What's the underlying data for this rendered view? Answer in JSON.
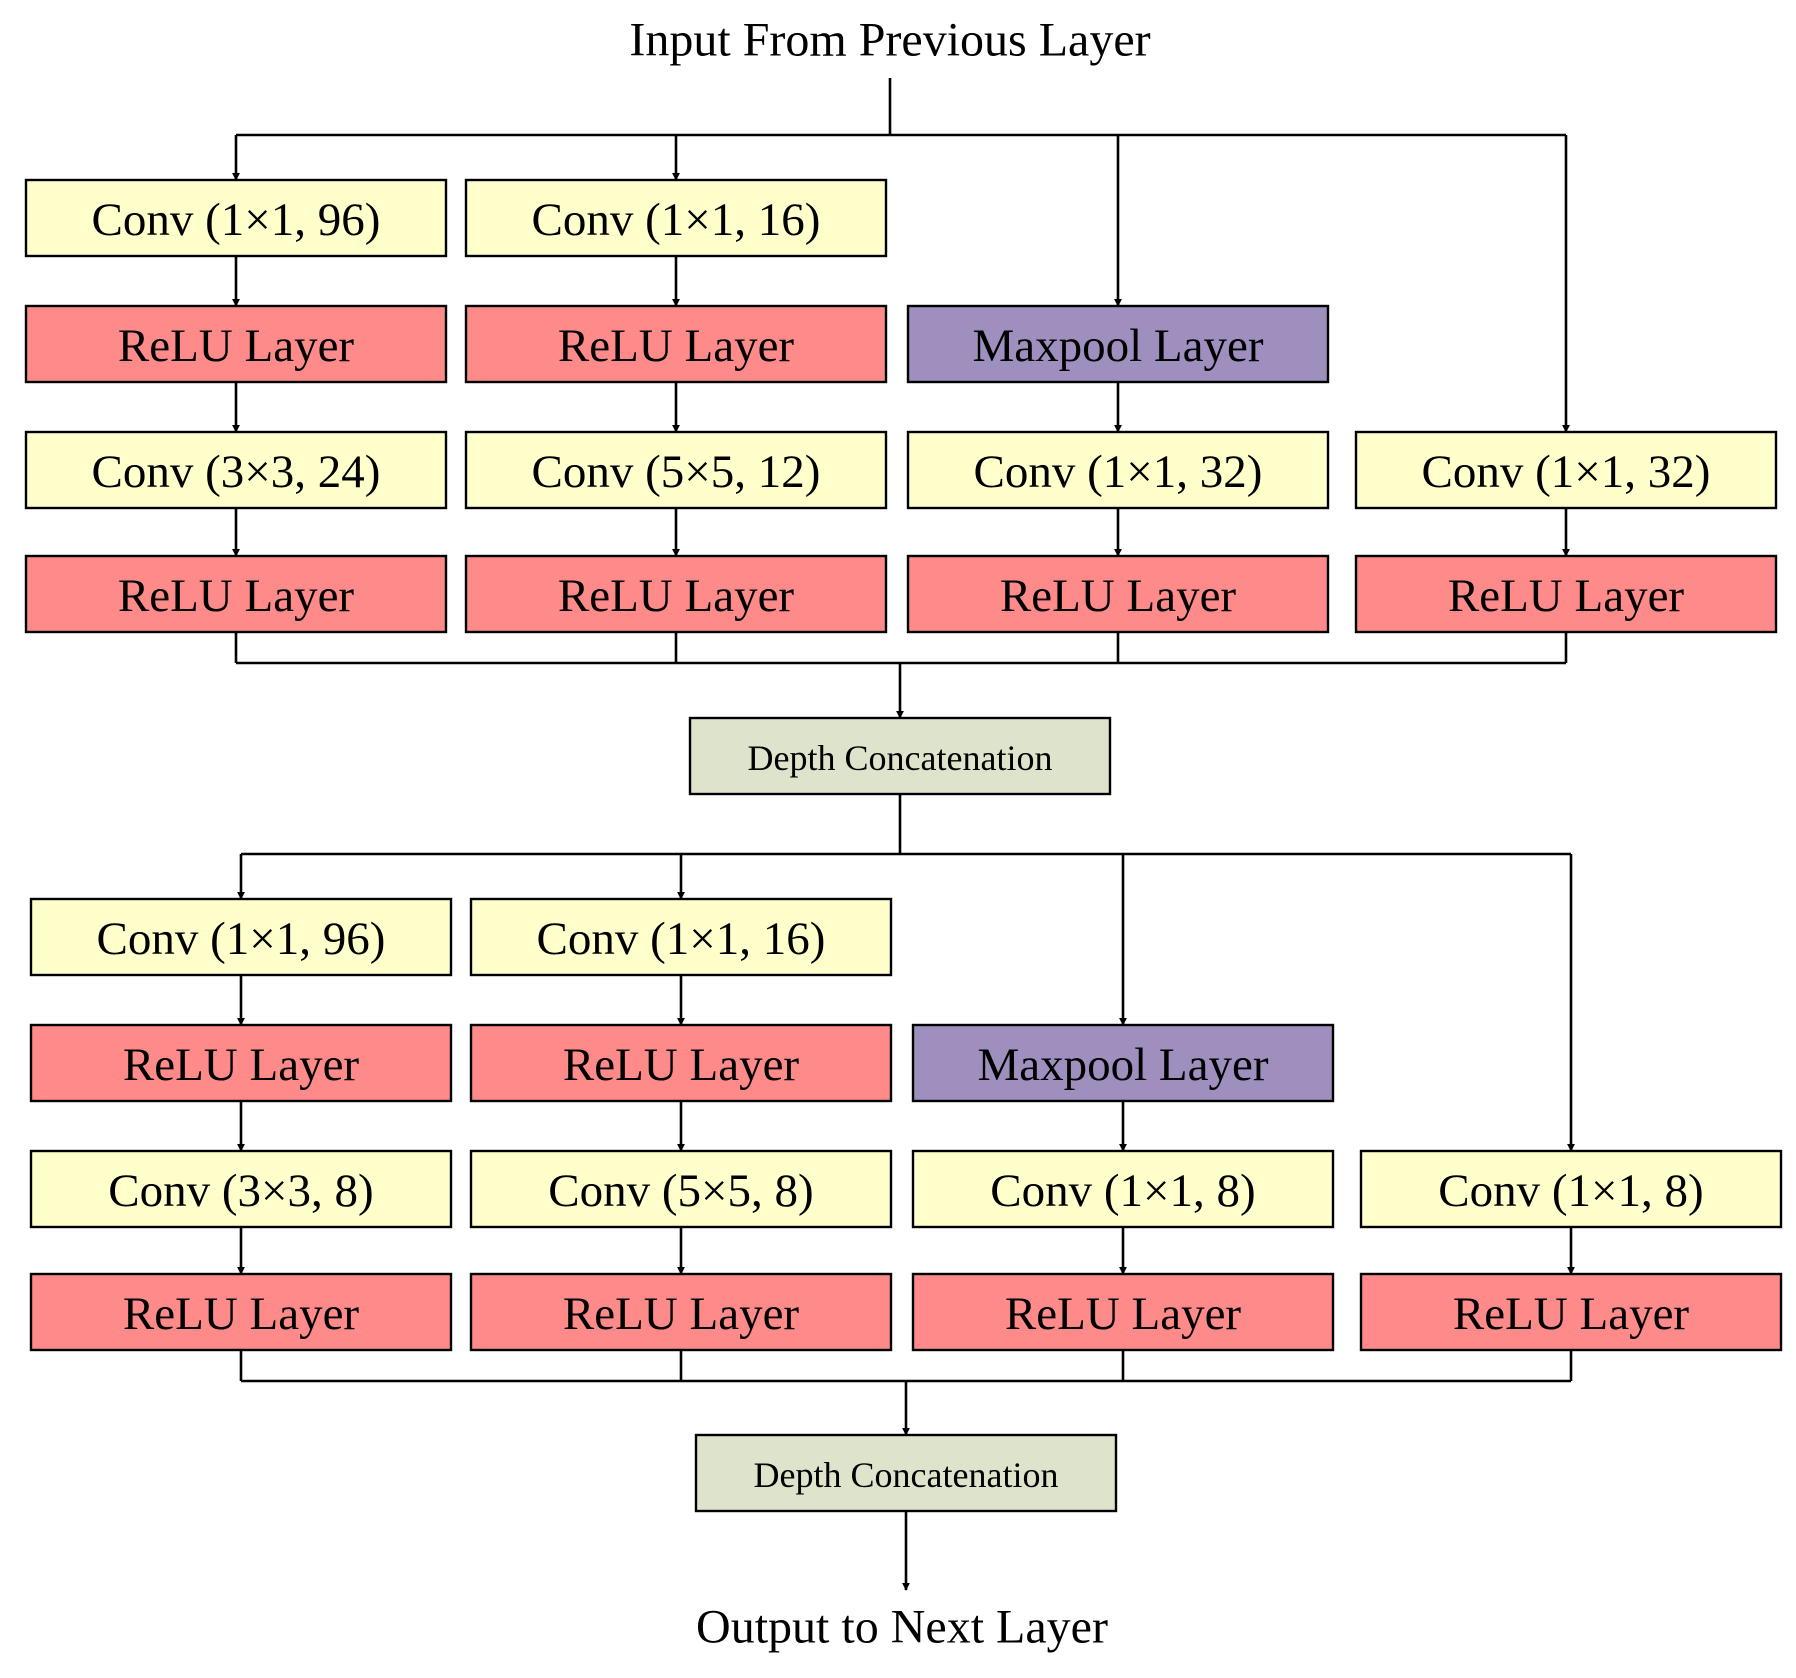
{
  "colors": {
    "conv": "#FFFFCC",
    "relu": "#FF8A8A",
    "maxpool": "#9F8FBF",
    "concat": "#DEE3CC",
    "line": "#000000"
  },
  "input_label": "Input From Previous Layer",
  "output_label": "Output to Next Layer",
  "blocks": [
    {
      "branches": [
        [
          "Conv (1×1, 96)",
          "ReLU Layer",
          "Conv (3×3, 24)",
          "ReLU Layer"
        ],
        [
          "Conv (1×1, 16)",
          "ReLU Layer",
          "Conv (5×5, 12)",
          "ReLU Layer"
        ],
        [
          "Maxpool Layer",
          "Conv (1×1, 32)",
          "ReLU Layer"
        ],
        [
          "Conv (1×1, 32)",
          "ReLU Layer"
        ]
      ],
      "concat_label": "Depth Concatenation"
    },
    {
      "branches": [
        [
          "Conv (1×1, 96)",
          "ReLU Layer",
          "Conv (3×3, 8)",
          "ReLU Layer"
        ],
        [
          "Conv (1×1, 16)",
          "ReLU Layer",
          "Conv (5×5, 8)",
          "ReLU Layer"
        ],
        [
          "Maxpool Layer",
          "Conv (1×1, 8)",
          "ReLU Layer"
        ],
        [
          "Conv (1×1, 8)",
          "ReLU Layer"
        ]
      ],
      "concat_label": "Depth Concatenation"
    }
  ]
}
